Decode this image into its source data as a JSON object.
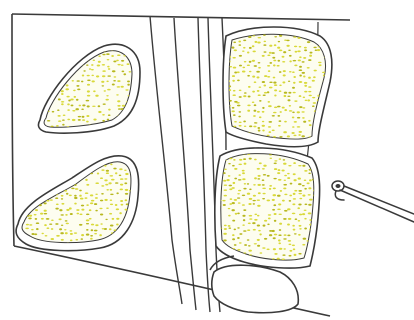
{
  "figure": {
    "colors": {
      "background": "#ffffff",
      "outline": "#3a3a3a",
      "bone_fill": "#fdfdf0",
      "cancellous_dot": "#d9d93a",
      "cancellous_dot_dark": "#b8b820"
    },
    "elements": [
      "sectioned-tissue-block",
      "upper-left-bone-fragment",
      "lower-left-bone-fragment",
      "central-vertical-channel",
      "upper-vertebral-body",
      "lower-vertebral-body",
      "bottom-vertebral-segment",
      "surgical-instrument"
    ]
  }
}
